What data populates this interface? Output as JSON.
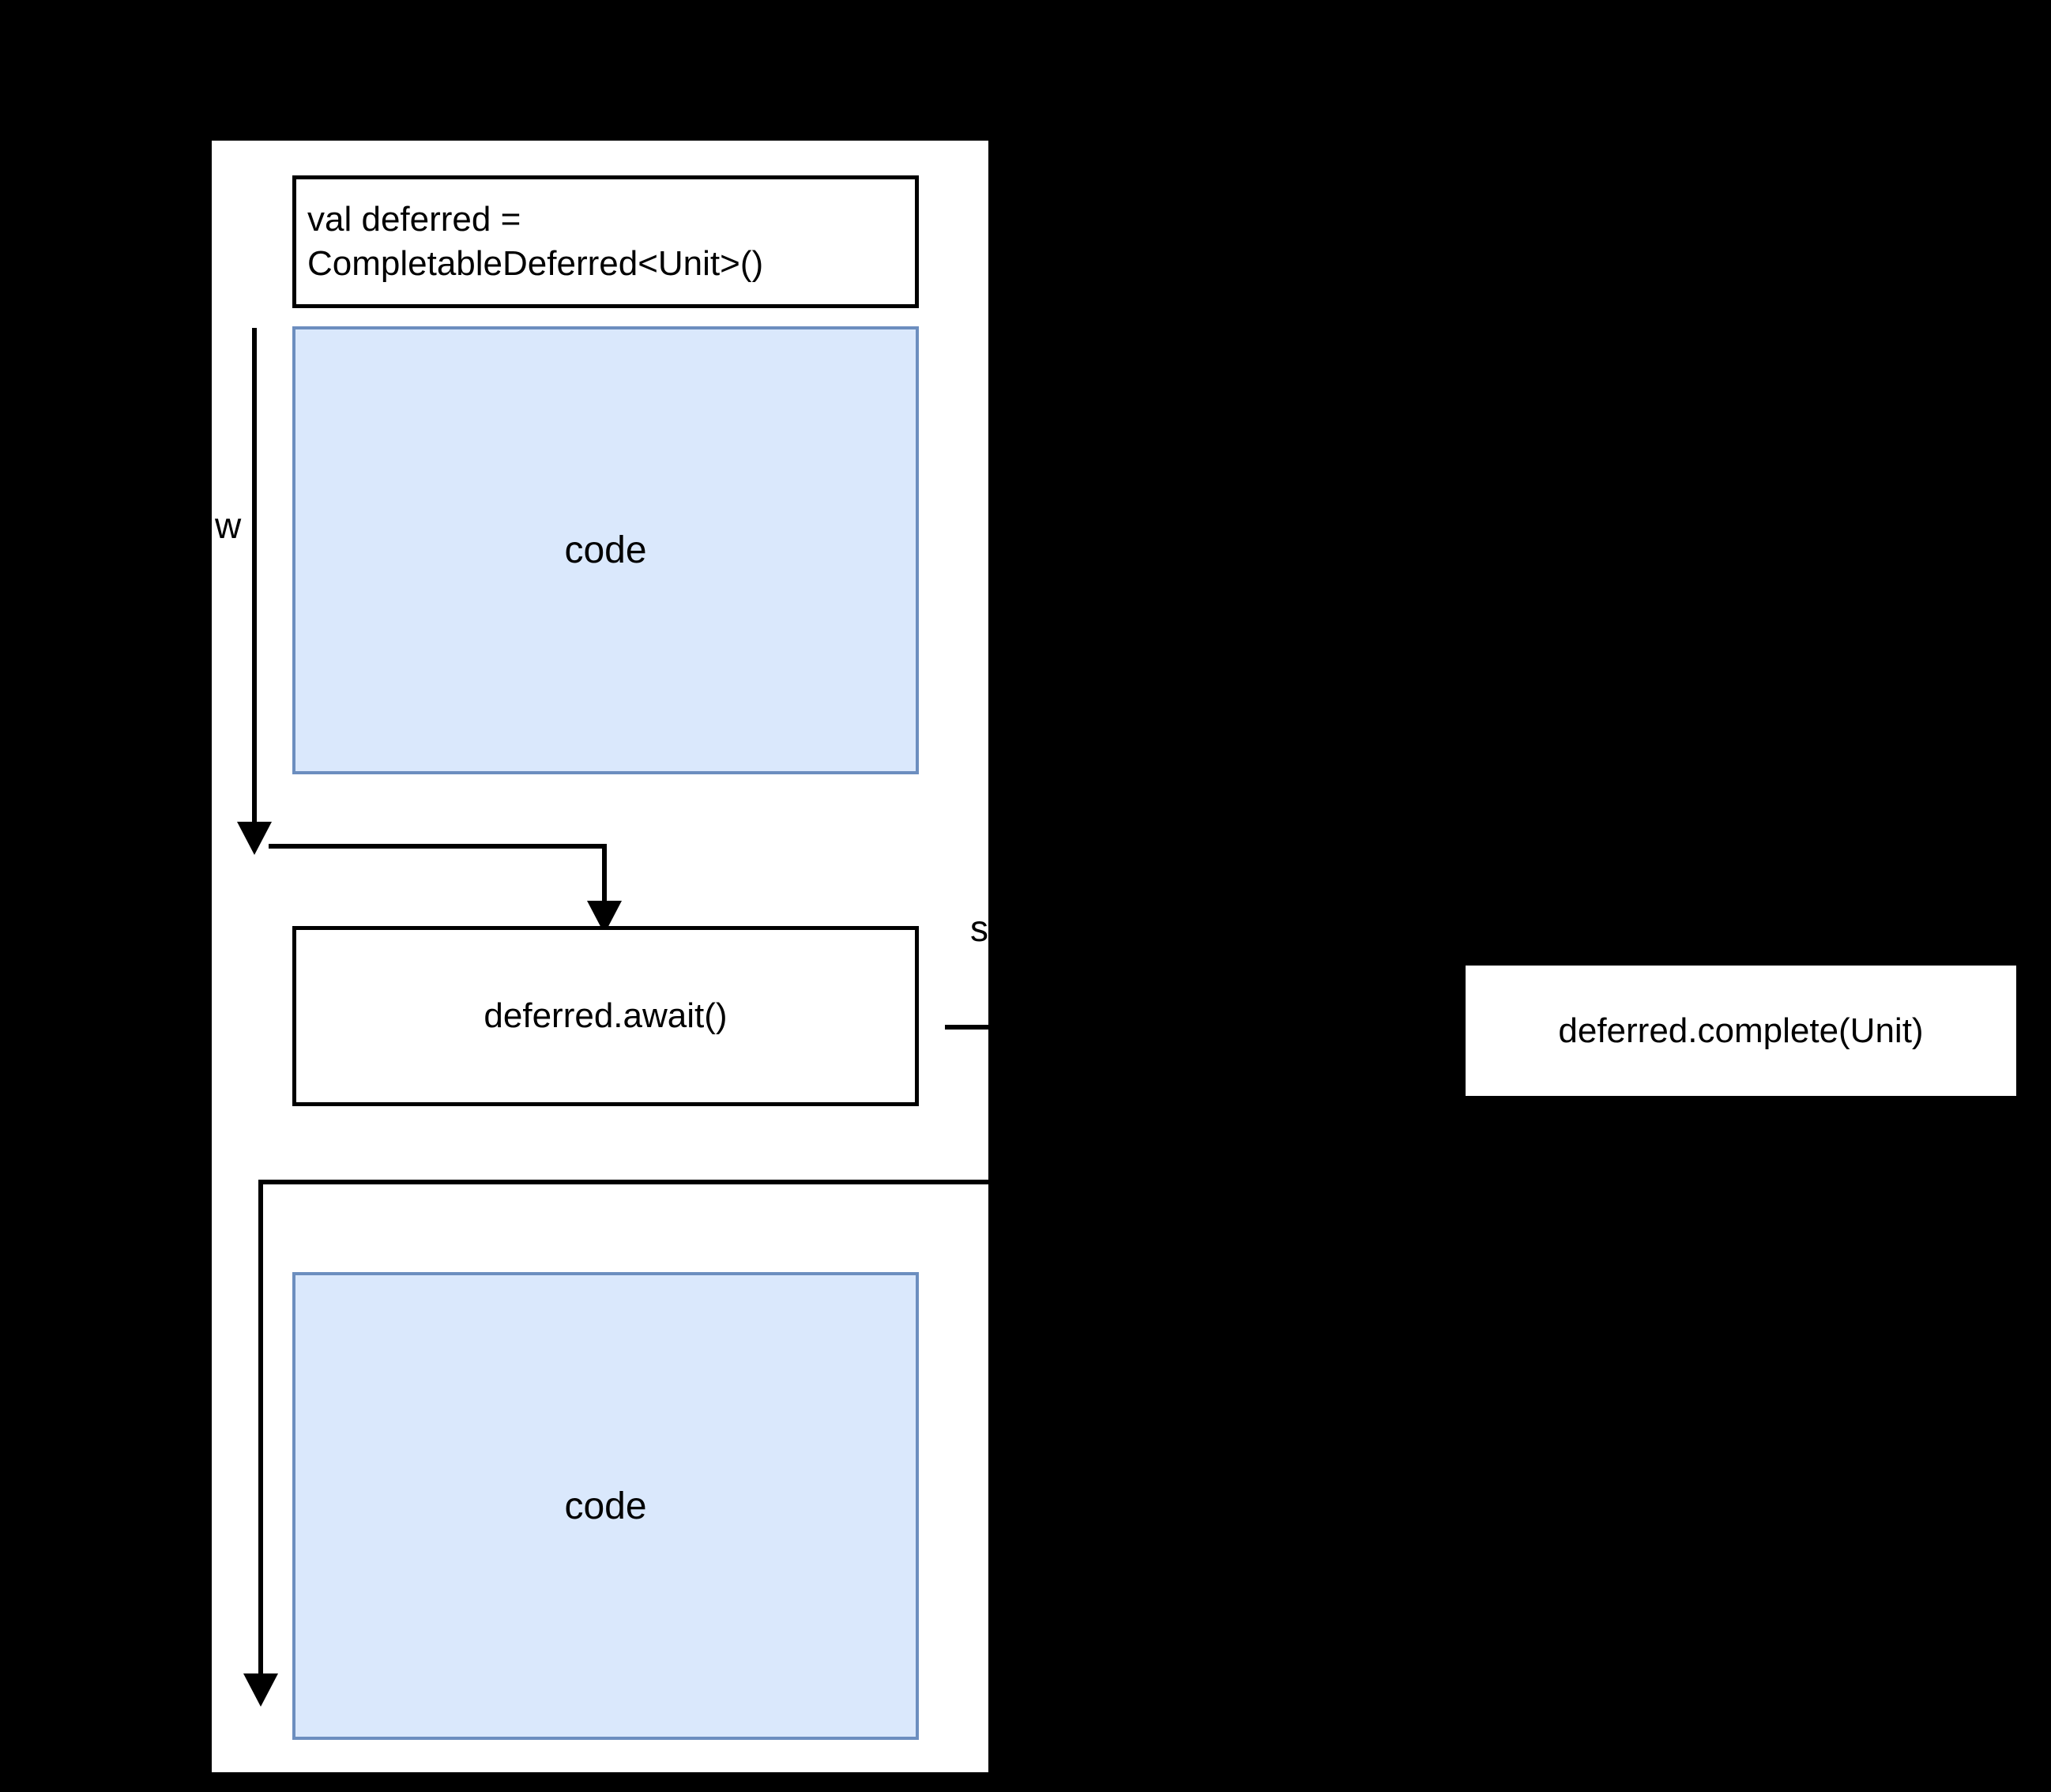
{
  "diagram": {
    "type": "flowchart",
    "background_color": "#000000",
    "panel": {
      "name": "coroutine-panel",
      "fill": "#ffffff"
    },
    "colors": {
      "code_block_fill": "#dae8fc",
      "code_block_stroke": "#6c8ebf",
      "box_stroke": "#000000",
      "box_fill": "#ffffff",
      "text": "#000000"
    },
    "nodes": [
      {
        "id": "declare",
        "label": " val deferred =\nCompletableDeferred<Unit>()"
      },
      {
        "id": "code_before",
        "label": "code"
      },
      {
        "id": "await",
        "label": "deferred.await()"
      },
      {
        "id": "code_after",
        "label": "code"
      },
      {
        "id": "complete",
        "label": "deferred.complete(Unit)"
      }
    ],
    "edge_labels": [
      {
        "id": "wait-label",
        "label": "w"
      },
      {
        "id": "signal-label",
        "label": "s"
      }
    ]
  }
}
